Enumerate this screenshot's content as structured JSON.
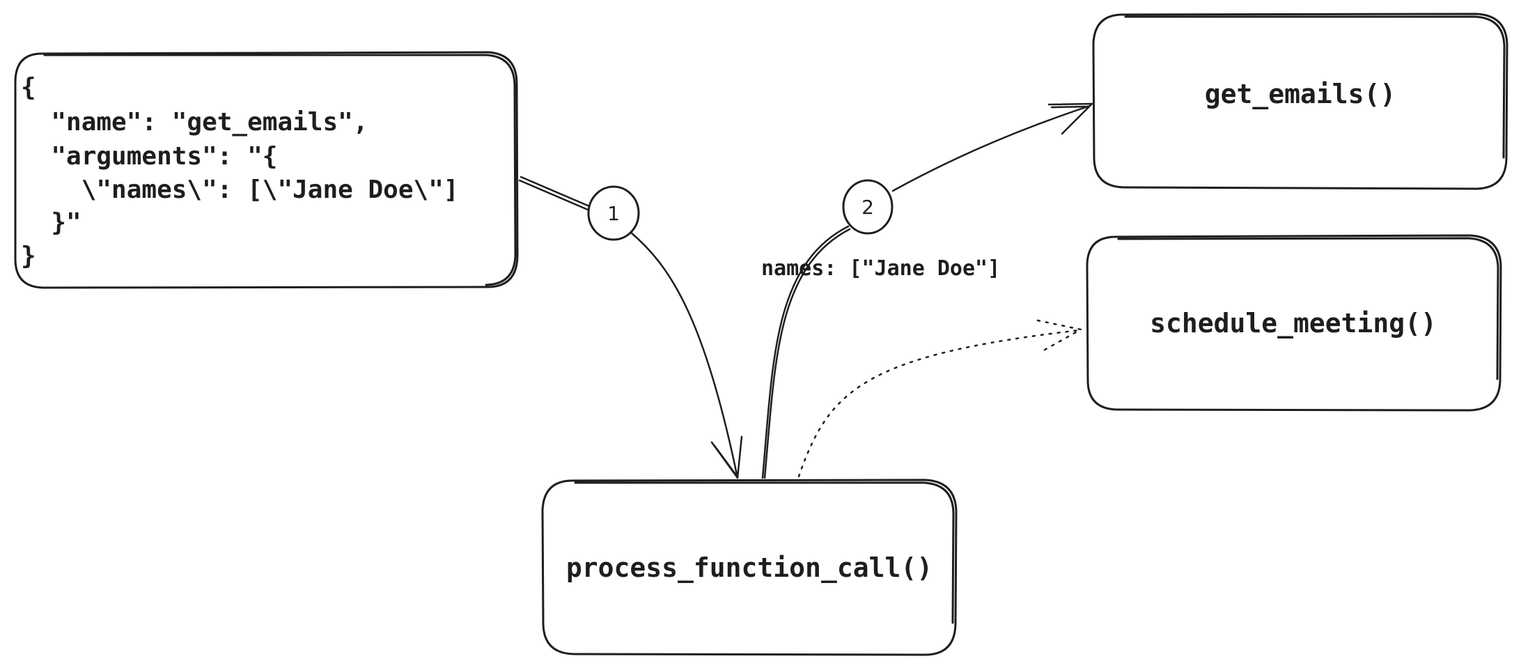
{
  "colors": {
    "json_box_fill": "#a5d8ff",
    "json_box_hatch": "#74b9ef",
    "function_box_fill": "#96f2d7",
    "function_box_hatch": "#5fd3b0",
    "stroke": "#1e1e1e"
  },
  "json_box": {
    "lines": [
      "{",
      "  \"name\": \"get_emails\",",
      "  \"arguments\": \"{",
      "    \\\"names\\\": [\\\"Jane Doe\\\"]",
      "  }\"",
      "}"
    ]
  },
  "nodes": {
    "get_emails": "get_emails()",
    "schedule_meeting": "schedule_meeting()",
    "process_function_call": "process_function_call()"
  },
  "steps": {
    "step1": "1",
    "step2": "2"
  },
  "edge_label": "names: [\"Jane Doe\"]"
}
